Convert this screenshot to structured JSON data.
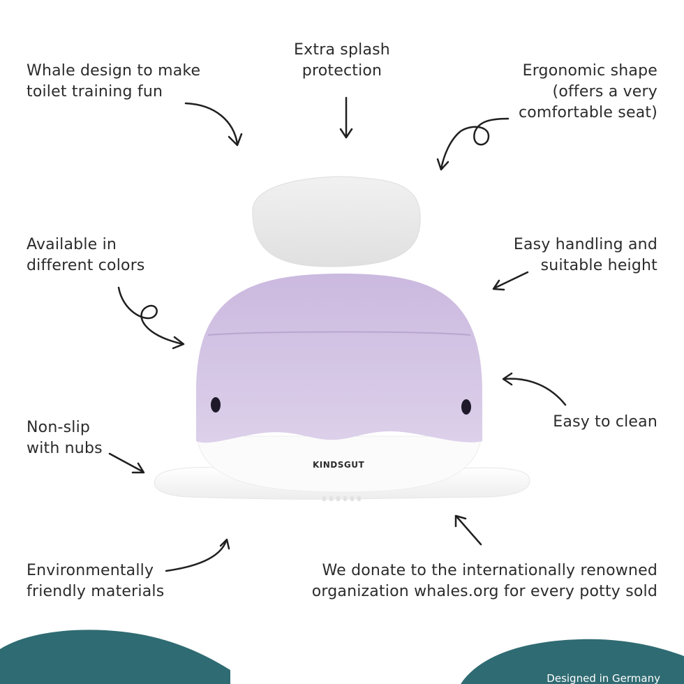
{
  "features": {
    "whale_design": [
      "Whale design to make",
      "toilet training fun"
    ],
    "splash": [
      "Extra splash",
      "protection"
    ],
    "ergonomic": [
      "Ergonomic shape",
      "(offers a very",
      "comfortable seat)"
    ],
    "colors": [
      "Available in",
      "different colors"
    ],
    "handling": [
      "Easy handling and",
      "suitable height"
    ],
    "nonslip": [
      "Non-slip",
      "with nubs"
    ],
    "clean": [
      "Easy to clean"
    ],
    "materials": [
      "Environmentally",
      "friendly materials"
    ],
    "donate": [
      "We donate to the internationally renowned",
      "organization whales.org for every potty sold"
    ]
  },
  "product": {
    "brand": "KINDSGUT",
    "body_color": "#dcd0ea",
    "lid_color": "#ececec",
    "base_color": "#fbfbfb"
  },
  "footer": {
    "text": "Designed in Germany",
    "wave_color": "#2f6b72"
  }
}
